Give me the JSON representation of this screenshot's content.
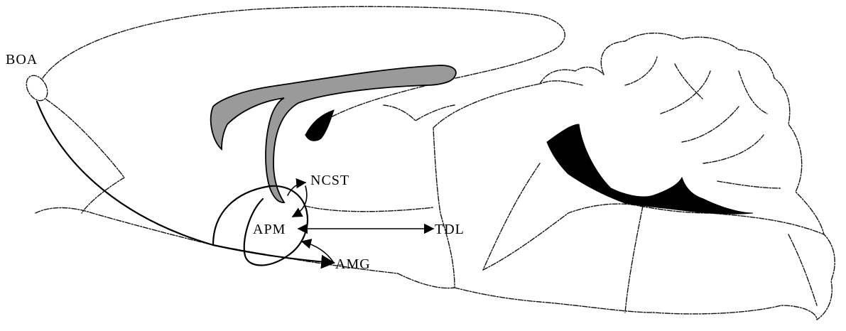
{
  "labels": {
    "boa": "BOA",
    "ncst": "NCST",
    "apm": "APM",
    "tdl": "TDL",
    "amg": "AMG"
  },
  "colors": {
    "line": "#000000",
    "tract_fill": "#9a9a9a",
    "background": "#ffffff"
  }
}
